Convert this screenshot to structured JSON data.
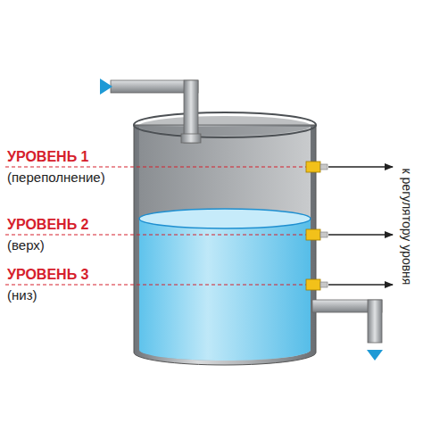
{
  "diagram": {
    "labels": [
      "УРОВЕНЬ 1",
      "(переполнение)",
      "УРОВЕНЬ 2",
      "(верх)",
      "УРОВЕНЬ 3",
      "(низ)",
      "к регулятору уровня"
    ]
  }
}
